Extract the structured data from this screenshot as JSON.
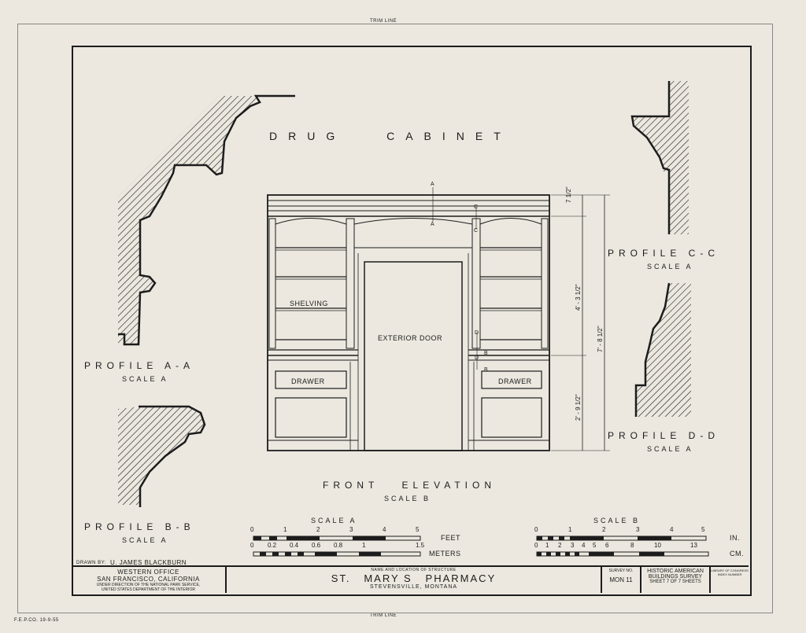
{
  "sheet": {
    "trim_top": "TRIM LINE",
    "trim_bottom": "TRIM LINE",
    "corner_code": "F.E.P.CO. 19-9-55"
  },
  "drawing": {
    "title": "DRUG CABINET",
    "elevation_title": "FRONT ELEVATION",
    "elevation_scale": "SCALE B",
    "labels": {
      "shelving": "SHELVING",
      "door": "EXTERIOR DOOR",
      "drawer_left": "DRAWER",
      "drawer_right": "DRAWER"
    },
    "section_marks": {
      "a_top": "A",
      "a_bottom": "A",
      "c_top": "C",
      "c_bottom": "C",
      "d_top": "D",
      "d_bottom": "D",
      "b_top": "B",
      "b_bottom": "B"
    },
    "dimensions": {
      "top_band": "7 1/2\"",
      "upper": "4' - 3 1/2\"",
      "overall": "7' - 8 1/2\"",
      "lower": "2' - 9 1/2\""
    }
  },
  "profiles": {
    "aa": {
      "title": "PROFILE A-A",
      "scale": "SCALE A"
    },
    "bb": {
      "title": "PROFILE B-B",
      "scale": "SCALE A"
    },
    "cc": {
      "title": "PROFILE C-C",
      "scale": "SCALE A"
    },
    "dd": {
      "title": "PROFILE D-D",
      "scale": "SCALE A"
    }
  },
  "scales": {
    "a": {
      "title": "SCALE A",
      "feet_ticks": [
        "0",
        "1",
        "2",
        "3",
        "4",
        "5"
      ],
      "feet_unit": "FEET",
      "meter_ticks": [
        "0",
        "0.2",
        "0.4",
        "0.6",
        "0.8",
        "1",
        "1.5"
      ],
      "meter_unit": "METERS"
    },
    "b": {
      "title": "SCALE B",
      "in_ticks": [
        "0",
        "1",
        "2",
        "3",
        "4",
        "5"
      ],
      "in_unit": "IN.",
      "cm_ticks": [
        "0",
        "1",
        "2",
        "3",
        "4",
        "5",
        "6",
        "8",
        "10",
        "13"
      ],
      "cm_unit": "CM."
    }
  },
  "title_block": {
    "drawn_by_label": "DRAWN BY:",
    "drawn_by": "U. JAMES BLACKBURN",
    "office": "WESTERN OFFICE",
    "city": "SAN FRANCISCO, CALIFORNIA",
    "direction": "UNDER DIRECTION OF THE NATIONAL PARK SERVICE,",
    "department": "UNITED STATES DEPARTMENT OF THE INTERIOR",
    "structure_label": "NAME AND LOCATION OF STRUCTURE",
    "structure_name": "ST.   MARY S   PHARMACY",
    "location": "STEVENSVILLE, MONTANA",
    "survey_label": "SURVEY NO.",
    "survey_no": "MON 11",
    "agency1": "HISTORIC AMERICAN",
    "agency2": "BUILDINGS SURVEY",
    "sheet_info": "SHEET 7 OF 7 SHEETS",
    "lib1": "LIBRARY OF CONGRESS",
    "lib2": "INDEX NUMBER"
  },
  "colors": {
    "paper": "#ece8df",
    "ink": "#1c1c1c"
  }
}
